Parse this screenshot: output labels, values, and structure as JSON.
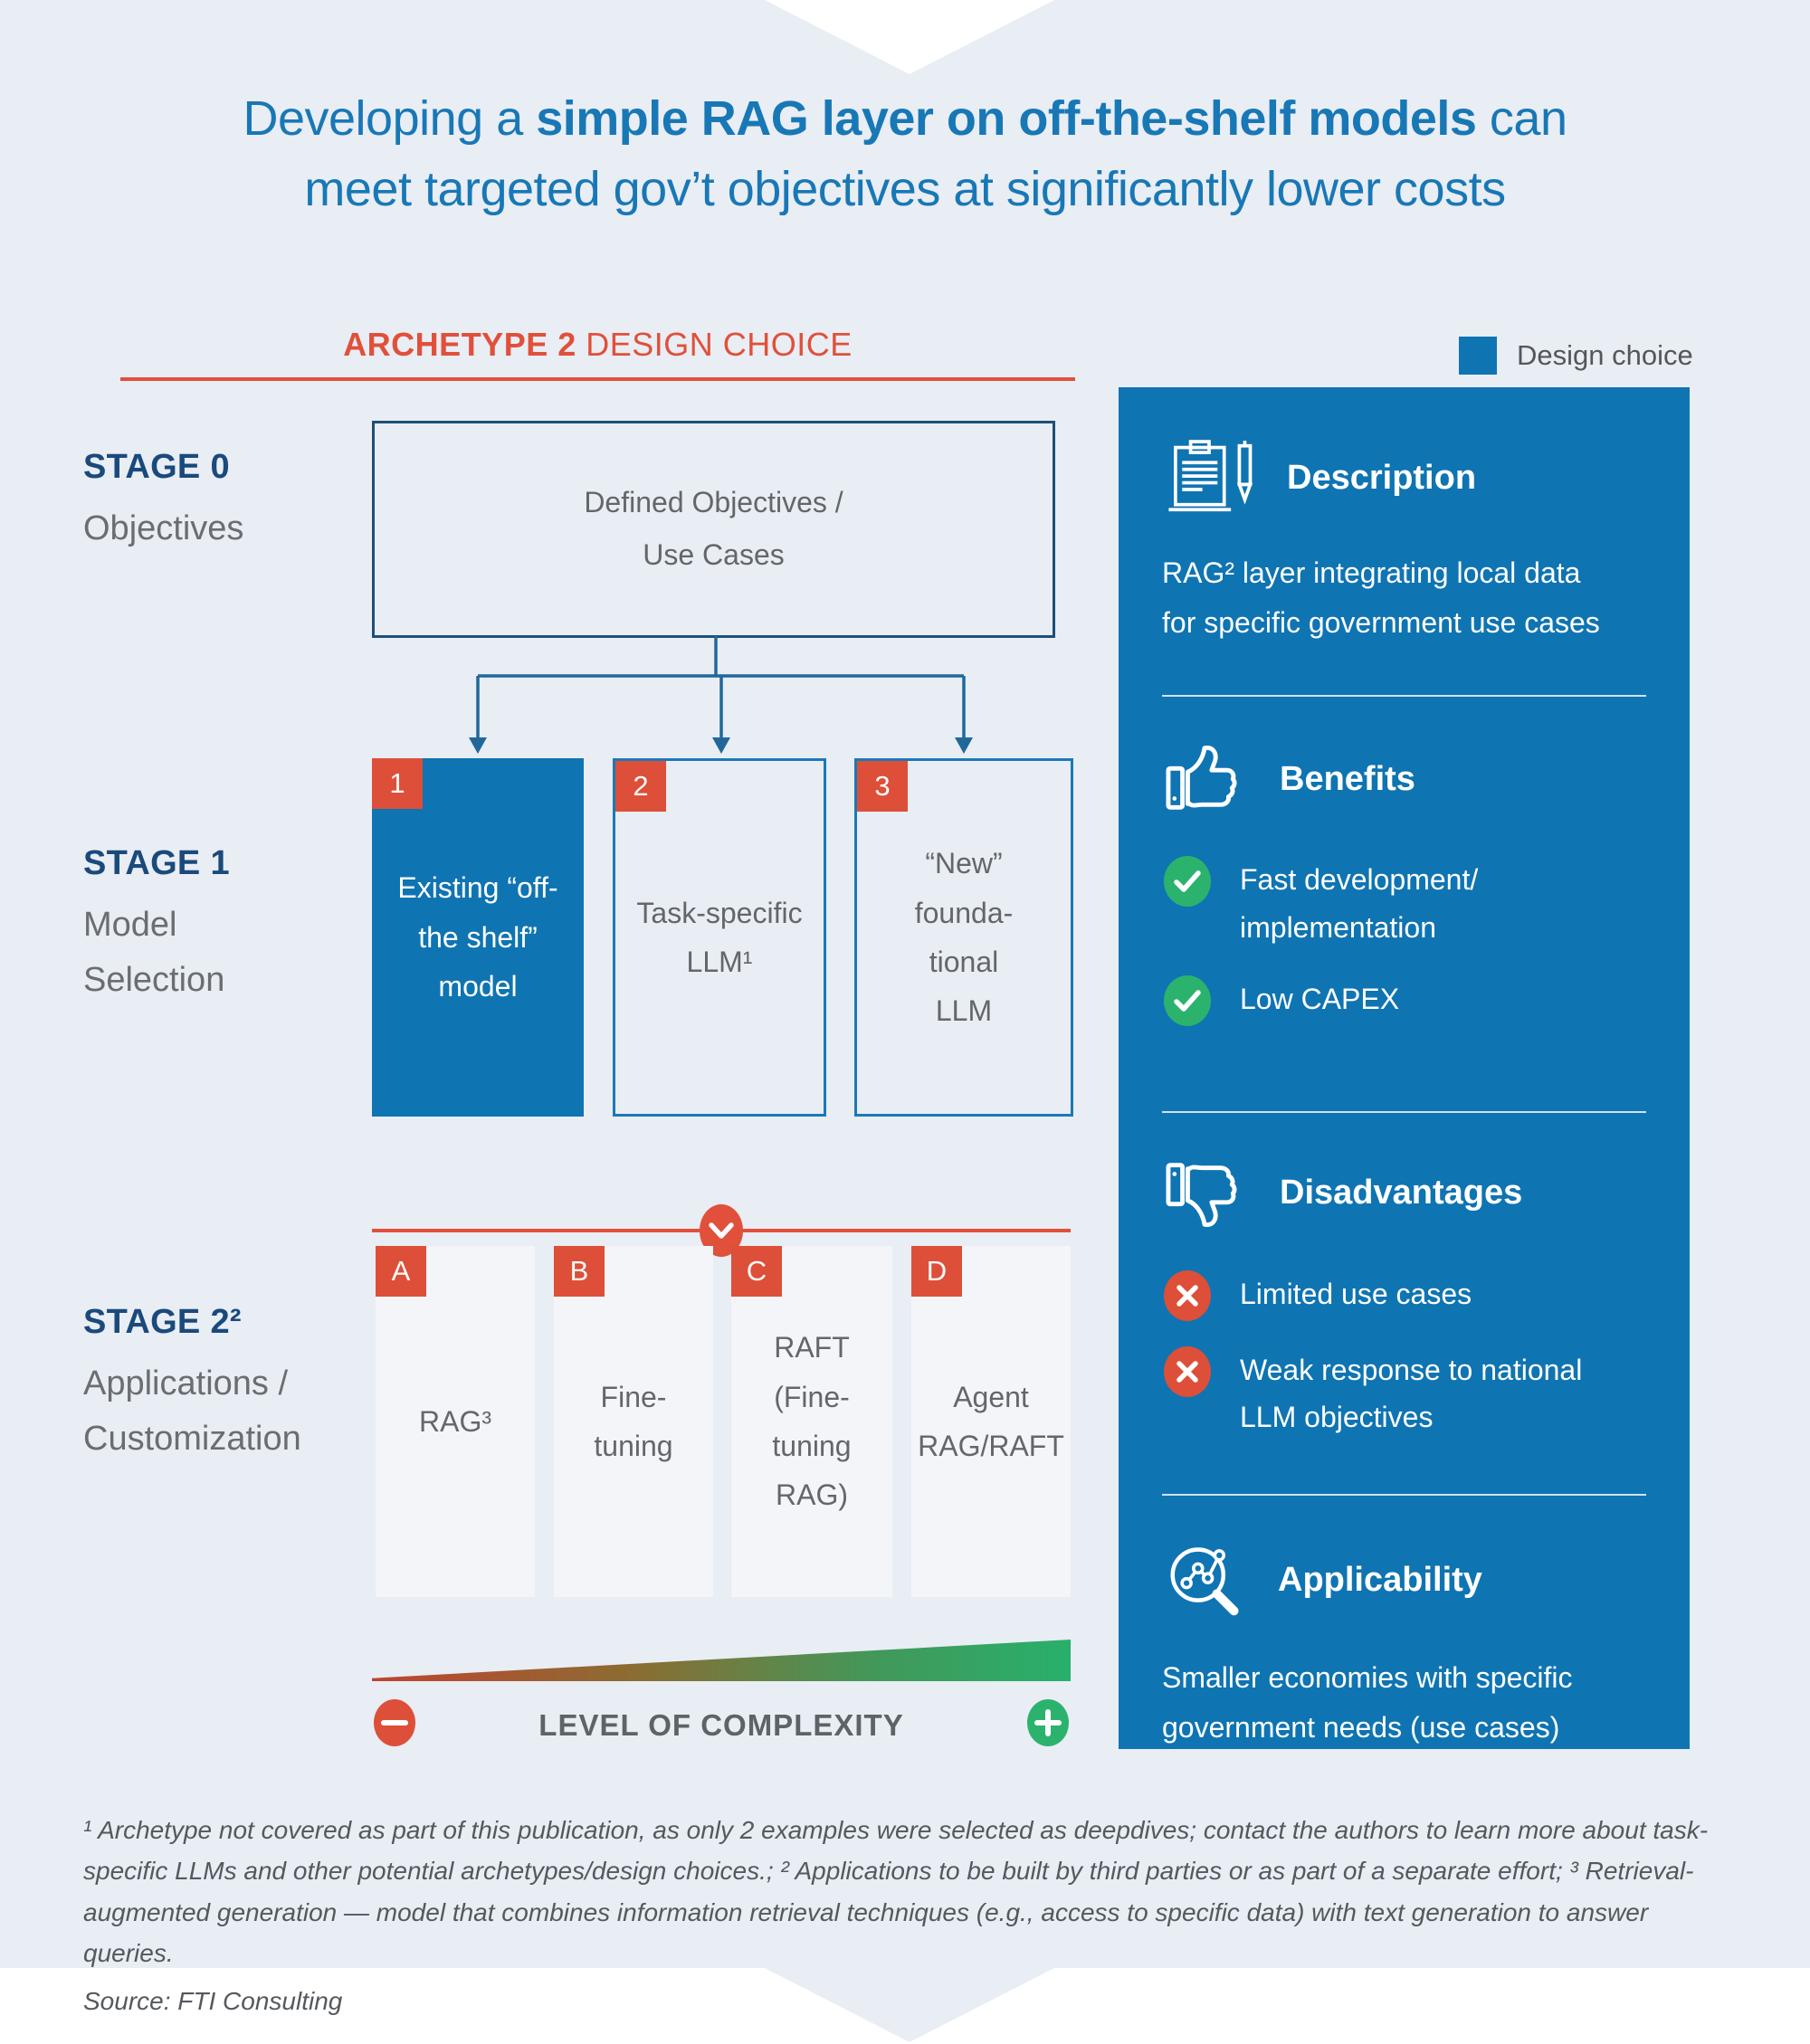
{
  "title": {
    "prefix": "Developing a ",
    "bold": "simple RAG layer on off-the-shelf models",
    "suffix": " can",
    "line2": "meet targeted gov’t objectives at significantly lower costs"
  },
  "archetype_header": {
    "bold": "ARCHETYPE 2",
    "regular": " DESIGN CHOICE"
  },
  "legend": {
    "label": "Design choice",
    "color": "#0f74b2"
  },
  "flow": {
    "stage0": {
      "label": "STAGE 0",
      "sublabel": "Objectives",
      "box_text": "Defined Objectives /\nUse Cases"
    },
    "stage1": {
      "label": "STAGE 1",
      "sublabel": "Model\nSelection",
      "options": [
        {
          "badge": "1",
          "text": "Existing “off-\nthe shelf”\nmodel",
          "selected": true
        },
        {
          "badge": "2",
          "text": "Task-specific\nLLM¹",
          "selected": false
        },
        {
          "badge": "3",
          "text": "“New”\nfounda-\ntional\nLLM",
          "selected": false
        }
      ]
    },
    "stage2": {
      "label": "STAGE 2²",
      "sublabel": "Applications /\nCustomization",
      "options": [
        {
          "badge": "A",
          "text": "RAG³"
        },
        {
          "badge": "B",
          "text": "Fine-\ntuning"
        },
        {
          "badge": "C",
          "text": "RAFT\n(Fine-\ntuning\nRAG)"
        },
        {
          "badge": "D",
          "text": "Agent\nRAG/RAFT"
        }
      ]
    },
    "complexity": {
      "label": "LEVEL OF COMPLEXITY",
      "low_icon": "minus-circle",
      "high_icon": "plus-circle"
    }
  },
  "panel": {
    "description": {
      "title": "Description",
      "body": "RAG² layer integrating local data\nfor specific government use cases",
      "icon": "clipboard-pen-icon"
    },
    "benefits": {
      "title": "Benefits",
      "icon": "thumbs-up-icon",
      "items": [
        "Fast development/\nimplementation",
        "Low CAPEX"
      ]
    },
    "disadvantages": {
      "title": "Disadvantages",
      "icon": "thumbs-down-icon",
      "items": [
        "Limited use cases",
        "Weak response to national LLM objectives"
      ]
    },
    "applicability": {
      "title": "Applicability",
      "icon": "magnifier-chart-icon",
      "body": "Smaller economies with specific government needs (use cases)"
    }
  },
  "footnotes": {
    "text": "¹ Archetype not covered as part of this publication, as only 2 examples were selected as deepdives; contact the authors to learn more about task-specific LLMs and other potential archetypes/design choices.; ² Applications to be built by third parties or as part of a separate effort; ³ Retrieval-augmented generation — model that combines information retrieval techniques (e.g., access to specific data) with text generation to answer queries.",
    "source": "Source: FTI Consulting"
  },
  "colors": {
    "accent_blue": "#0f74b2",
    "accent_red": "#dd4f38",
    "accent_green": "#2bb36e",
    "navy": "#1a4a7c"
  }
}
